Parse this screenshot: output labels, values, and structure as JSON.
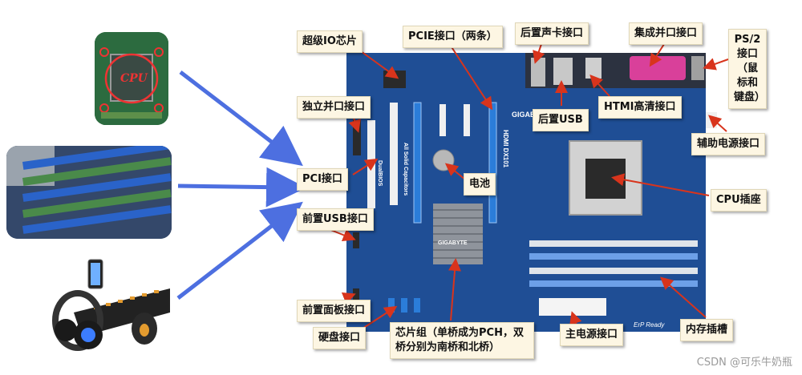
{
  "labels": {
    "super_io": "超级IO芯片",
    "pcie": "PCIE接口（两条）",
    "rear_audio": "后置声卡接口",
    "parallel": "集成并口接口",
    "ps2": "PS/2接口（鼠标和键盘）",
    "independent_parallel": "独立并口接口",
    "hdmi": "HTMI高清接口",
    "rear_usb": "后置USB",
    "aux_power": "辅助电源接口",
    "pci": "PCI接口",
    "battery": "电池",
    "cpu_socket": "CPU插座",
    "front_usb": "前置USB接口",
    "front_panel": "前置面板接口",
    "hdd": "硬盘接口",
    "chipset": "芯片组（单桥成为PCH，双桥分别为南桥和北桥）",
    "main_power": "主电源接口",
    "memory": "内存插槽"
  },
  "board_text": {
    "brand": "GIGABYTE",
    "chip_brand": "GIGABYTE",
    "model": "HDMI DX101",
    "solid": "All Solid Capacitors",
    "dualbios": "DualBIOS",
    "erp": "ErP Ready"
  },
  "thumb_cpu_text": "CPU",
  "watermark": "CSDN @可乐牛奶瓶",
  "colors": {
    "board": "#1f4e95",
    "arrow_blue": "#4d6fe0",
    "pointer_red": "#d8341c",
    "label_bg": "#fdf6e3"
  }
}
